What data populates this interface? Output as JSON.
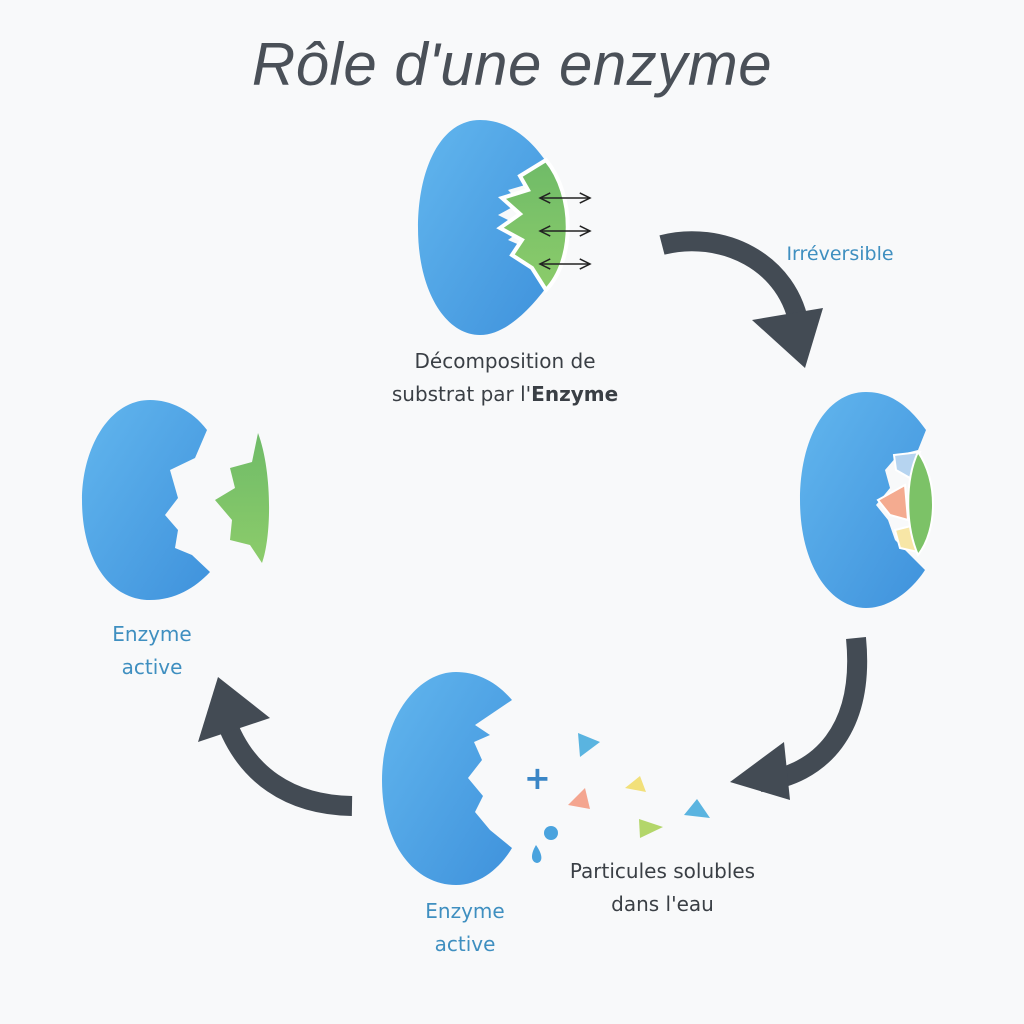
{
  "title": "Rôle d'une enzyme",
  "colors": {
    "enzyme_blue": "#4a9fe0",
    "substrate_green": "#7cc267",
    "arrow_dark": "#434b54",
    "label_blue": "#3f8fc0",
    "text_dark": "#3a3f45",
    "particle_blue": "#5ab4e0",
    "particle_salmon": "#f4a58f",
    "particle_yellow": "#f2e07a",
    "particle_lime": "#b3d66a"
  },
  "stages": {
    "decomposition": {
      "line1": "Décomposition de",
      "line2_prefix": "substrat par l'",
      "line2_bold": "Enzyme"
    },
    "irreversible_label": "Irréversible",
    "products": {
      "line1": "Particules solubles",
      "line2": "dans l'eau",
      "plus_symbol": "+"
    },
    "enzyme_bottom": {
      "line1": "Enzyme",
      "line2": "active"
    },
    "enzyme_left": {
      "line1": "Enzyme",
      "line2": "active"
    }
  }
}
